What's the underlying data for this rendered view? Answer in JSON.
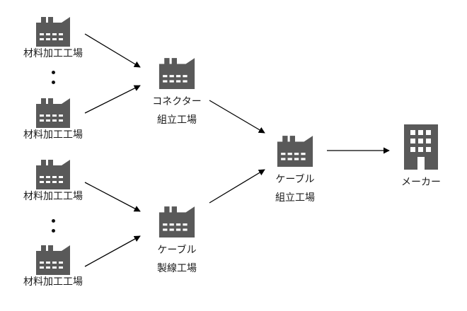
{
  "nodes": {
    "material_1": {
      "label": "材料加工工場",
      "icon": "factory-icon"
    },
    "material_2": {
      "label": "材料加工工場",
      "icon": "factory-icon"
    },
    "material_3": {
      "label": "材料加工工場",
      "icon": "factory-icon"
    },
    "material_4": {
      "label": "材料加工工場",
      "icon": "factory-icon"
    },
    "connector": {
      "line1": "コネクター",
      "line2": "組立工場",
      "icon": "factory-icon"
    },
    "cable_wire": {
      "line1": "ケーブル",
      "line2": "製線工場",
      "icon": "factory-icon"
    },
    "cable_assembly": {
      "line1": "ケーブル",
      "line2": "組立工場",
      "icon": "factory-icon"
    },
    "maker": {
      "label": "メーカー",
      "icon": "office-building-icon"
    }
  },
  "edges": [
    {
      "from": "material_1",
      "to": "connector"
    },
    {
      "from": "material_2",
      "to": "connector"
    },
    {
      "from": "material_3",
      "to": "cable_wire"
    },
    {
      "from": "material_4",
      "to": "cable_wire"
    },
    {
      "from": "connector",
      "to": "cable_assembly"
    },
    {
      "from": "cable_wire",
      "to": "cable_assembly"
    },
    {
      "from": "cable_assembly",
      "to": "maker"
    }
  ],
  "colors": {
    "icon": "#595959",
    "arrow": "#000000",
    "text": "#1a1a1a"
  }
}
